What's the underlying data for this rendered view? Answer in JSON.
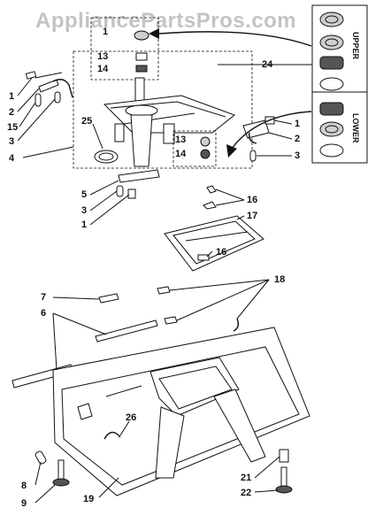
{
  "watermark": "AppliancePartsPros.com",
  "bearing_labels": {
    "upper": "UPPER",
    "lower": "LOWER"
  },
  "callouts": {
    "c1a": "1",
    "c2a": "2",
    "c15": "15",
    "c3a": "3",
    "c25": "25",
    "c4": "4",
    "c13a": "13",
    "c14a": "14",
    "c13b": "13",
    "c14b": "14",
    "c24": "24",
    "c1b": "1",
    "c2b": "2",
    "c3b": "3",
    "c5": "5",
    "c3c": "3",
    "c1c": "1",
    "c16a": "16",
    "c17": "17",
    "c16b": "16",
    "c18": "18",
    "c7": "7",
    "c6": "6",
    "c26": "26",
    "c8": "8",
    "c9": "9",
    "c19": "19",
    "c21": "21",
    "c22": "22"
  }
}
